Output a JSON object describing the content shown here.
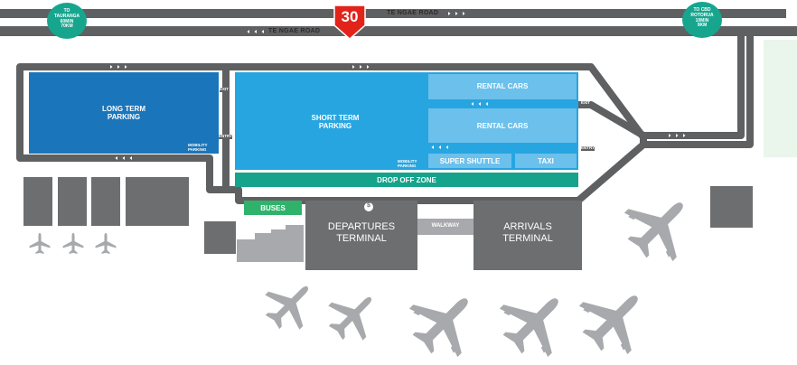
{
  "roads": {
    "top_road": "TE NGAE ROAD",
    "bottom_road": "TE NGAE ROAD"
  },
  "speed_limit": "30",
  "destinations": {
    "left": [
      "TO",
      "TAURANGA",
      "60MIN",
      "70KM"
    ],
    "right": [
      "TO CBD",
      "ROTORUA",
      "10MIN",
      "9KM"
    ]
  },
  "parking": {
    "long_term": [
      "LONG TERM",
      "PARKING"
    ],
    "short_term": [
      "SHORT TERM",
      "PARKING"
    ],
    "rental_cars_1": "RENTAL CARS",
    "rental_cars_2": "RENTAL CARS",
    "super_shuttle": "SUPER SHUTTLE",
    "taxi": "TAXI",
    "drop_off": "DROP OFF ZONE",
    "mobility_1": [
      "MOBILITY",
      "PARKING"
    ],
    "mobility_2": [
      "MOBILITY",
      "PARKING"
    ]
  },
  "signs": {
    "exit_1": "EXIT",
    "entry_1": "ENTRY",
    "exit_2": "EXIT",
    "entry_2": "ENTRY"
  },
  "buildings": {
    "buses": "BUSES",
    "departures": [
      "DEPARTURES",
      "TERMINAL"
    ],
    "arrivals": [
      "ARRIVALS",
      "TERMINAL"
    ],
    "walkway": "WALKWAY",
    "atm_symbol": "$"
  },
  "colors": {
    "road": "#5f6062",
    "long_term": "#1a75bb",
    "short_term": "#27a5e0",
    "rental": "#6cc0ec",
    "drop_off": "#15a38c",
    "buses": "#2fb36b",
    "building": "#6d6e70",
    "plane": "#a7a9ac",
    "badge": "#17a58e",
    "speed_red": "#e2231a"
  }
}
